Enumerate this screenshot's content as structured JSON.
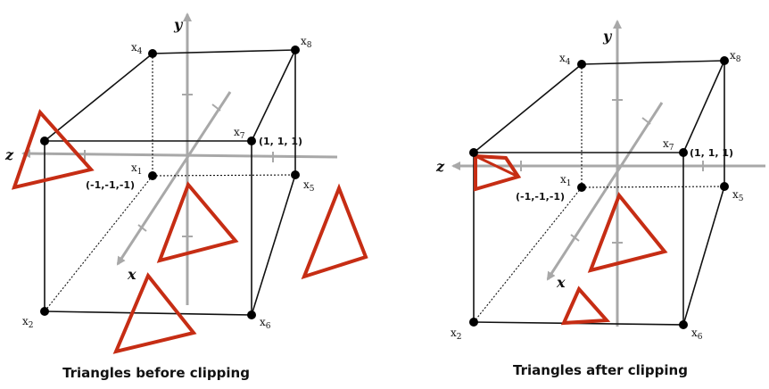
{
  "colors": {
    "axis": "#a8a8a8",
    "edge": "#111111",
    "vertex": "#000000",
    "triangle": "#c62d14"
  },
  "panels": [
    {
      "axis_labels": {
        "y": "y",
        "z": "z",
        "x": "x"
      },
      "vertices": [
        "x1",
        "x2",
        "x4",
        "x5",
        "x6",
        "x7",
        "x8"
      ],
      "corner_labels": {
        "max": "(1, 1, 1)",
        "min": "(-1,-1,-1)"
      },
      "caption": "Triangles before clipping"
    },
    {
      "axis_labels": {
        "y": "y",
        "z": "z",
        "x": "x"
      },
      "vertices": [
        "x1",
        "x2",
        "x4",
        "x5",
        "x6",
        "x7",
        "x8"
      ],
      "corner_labels": {
        "max": "(1, 1, 1)",
        "min": "(-1,-1,-1)"
      },
      "caption": "Triangles after clipping"
    }
  ]
}
